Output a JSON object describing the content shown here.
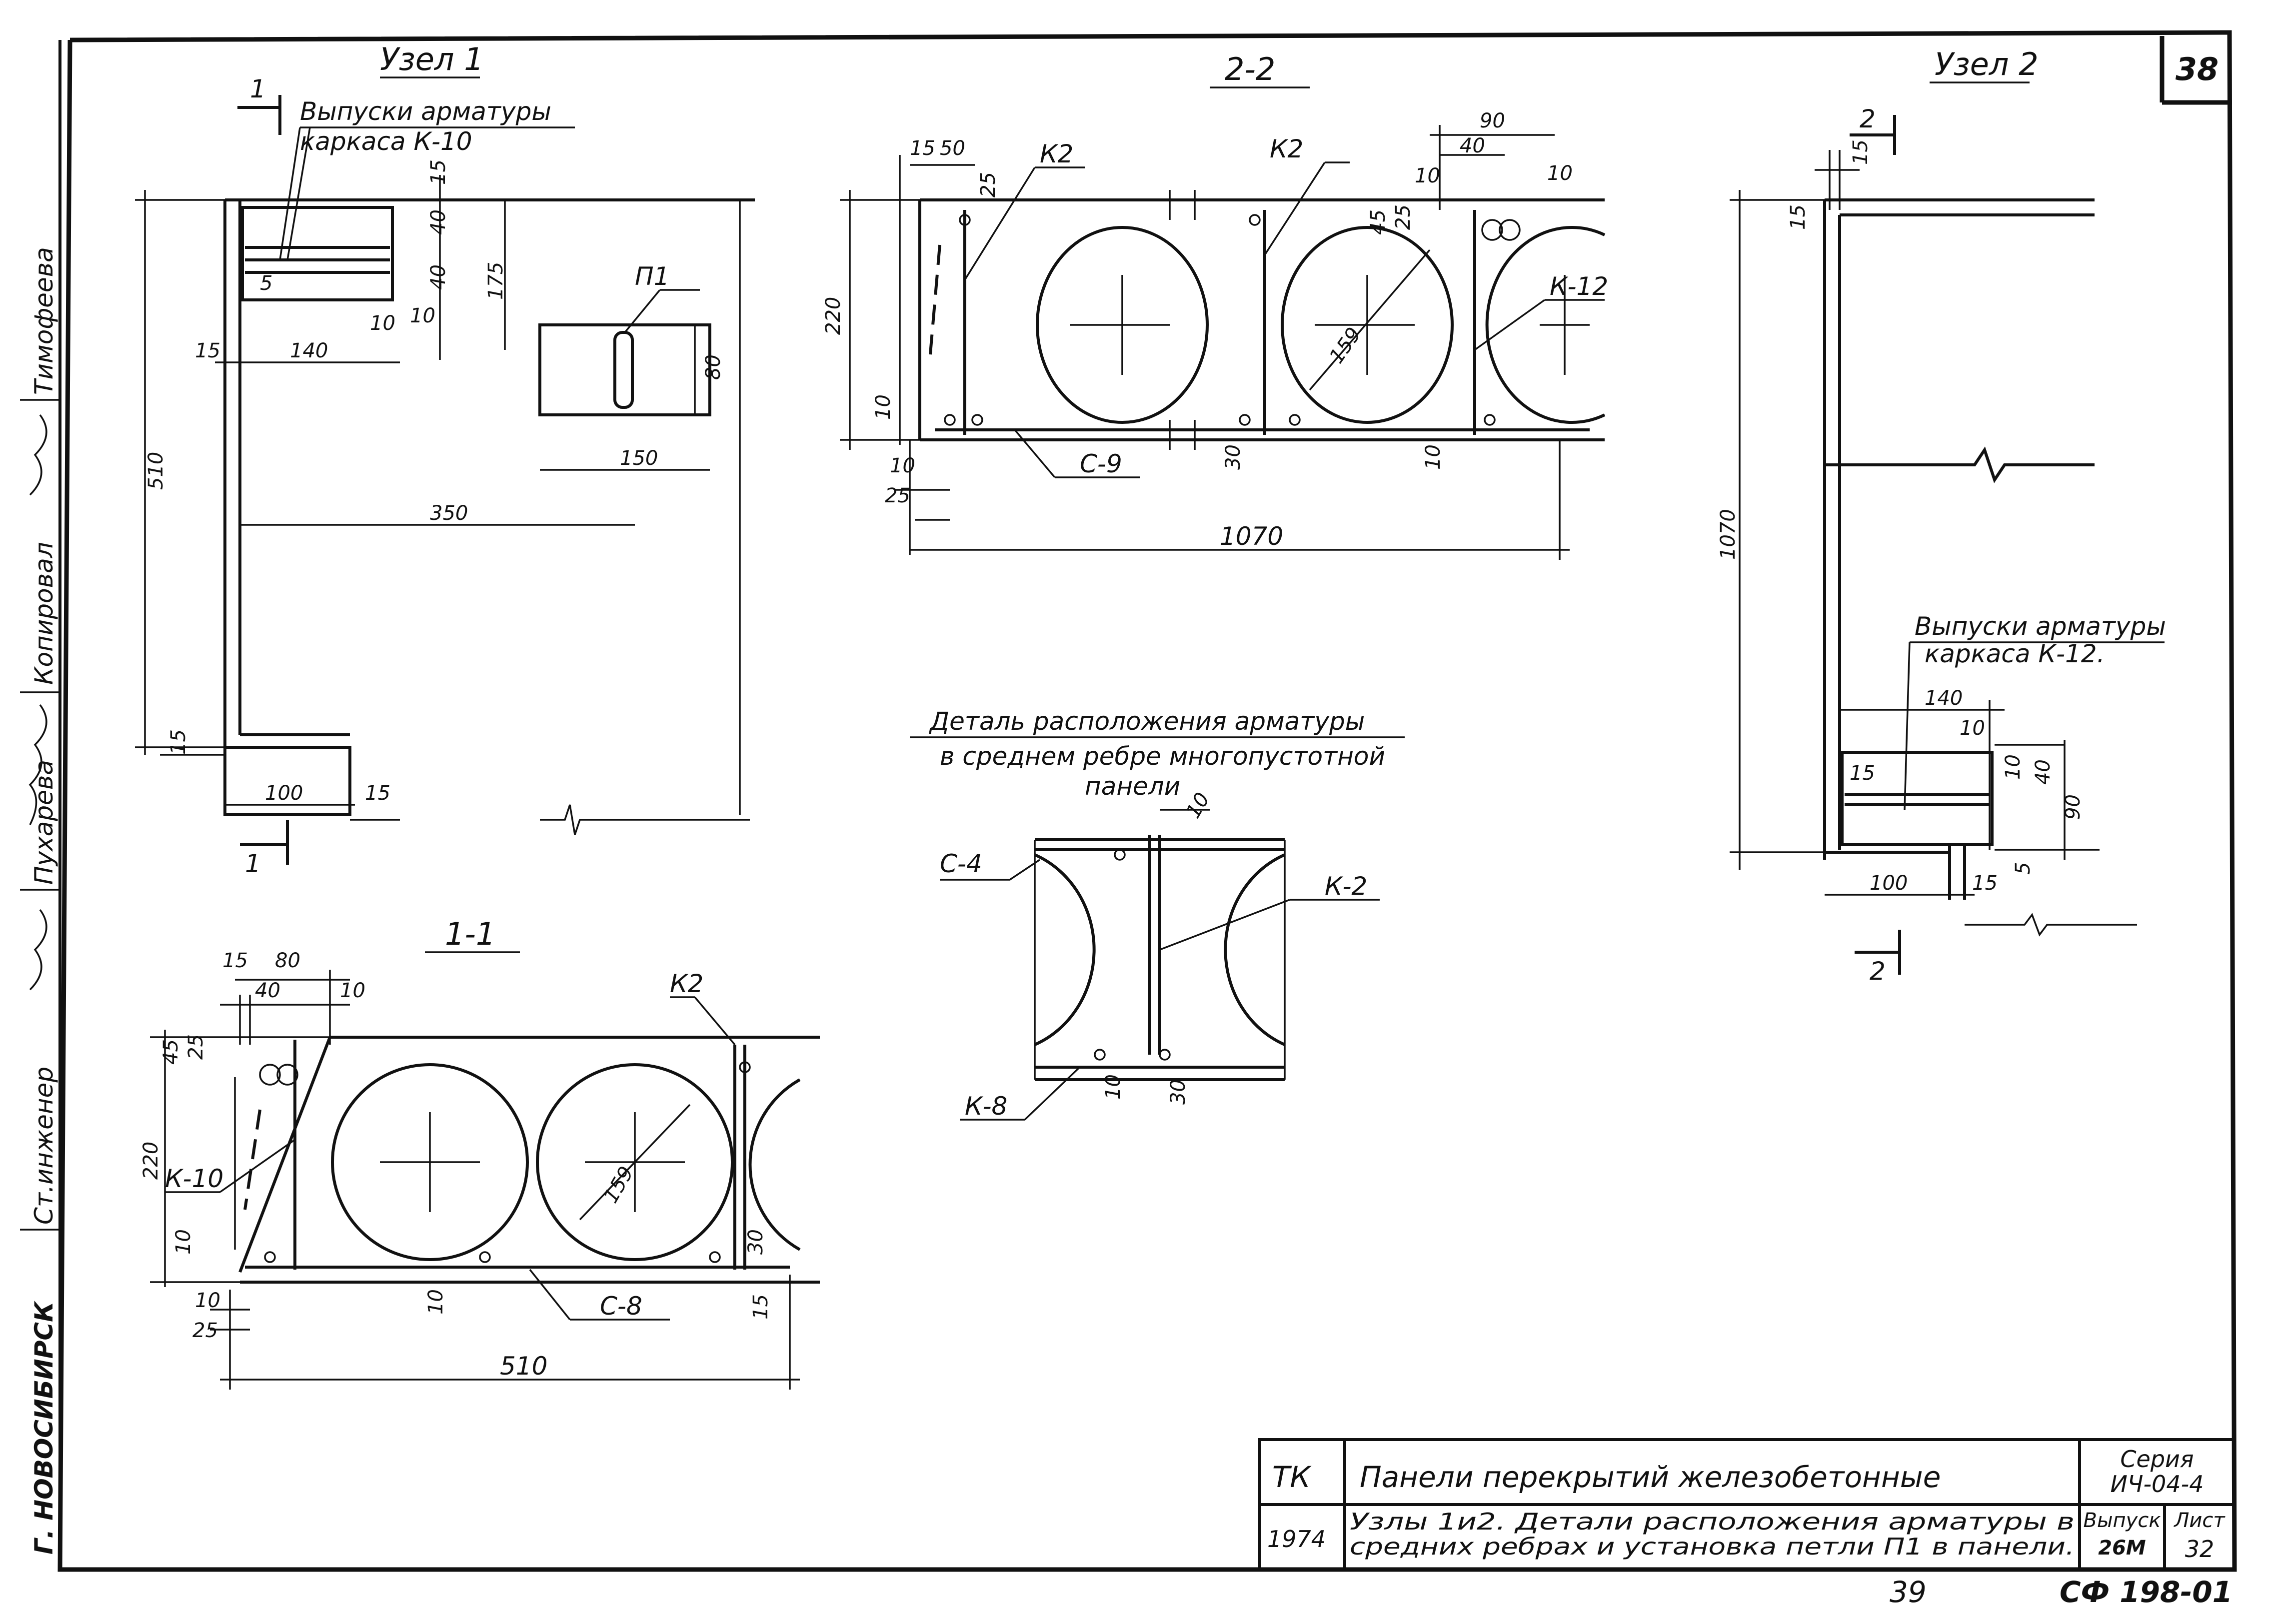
{
  "sheet": {
    "sheet_no": "38",
    "bottom_center": "39",
    "bottom_right": "СФ 198-01"
  },
  "sidebar": [
    "Тимофеева",
    "Копировал",
    "Пухарева",
    "Ст.инженер",
    "Г. НОВОСИБИРСК"
  ],
  "node1": {
    "title": "Узел 1",
    "cut": "1",
    "release1": "Выпуски арматуры",
    "release2": "каркаса К-10",
    "loop": "П1",
    "dims": {
      "d15a": "15",
      "d40a": "40",
      "d40b": "40",
      "d10a": "10",
      "d10b": "10",
      "d5": "5",
      "d175": "175",
      "d15b": "15",
      "d140": "140",
      "d80": "80",
      "d150": "150",
      "d510": "510",
      "d350": "350",
      "d15c": "15",
      "d100": "100",
      "d15d": "15"
    }
  },
  "sec11": {
    "title": "1-1",
    "labels": {
      "k2": "К2",
      "k10": "К-10",
      "c8": "С-8"
    },
    "dims": {
      "d15": "15",
      "d80": "80",
      "d40": "40",
      "d10": "10",
      "d45": "45",
      "d25": "25",
      "d220": "220",
      "d10b": "10",
      "d159": "159",
      "d30": "30",
      "d10c": "10",
      "d15b": "15",
      "d10d": "10",
      "d25b": "25",
      "d510": "510"
    }
  },
  "sec22": {
    "title": "2-2",
    "labels": {
      "k2a": "К2",
      "k2b": "К2",
      "k12": "К-12",
      "c9": "С-9"
    },
    "dims": {
      "d15": "15",
      "d50": "50",
      "d25": "25",
      "d90": "90",
      "d40": "40",
      "d10": "10",
      "d10b": "10",
      "d45": "45",
      "d25b": "25",
      "d220": "220",
      "d159": "159",
      "d10c": "10",
      "d10d": "10",
      "d25c": "25",
      "d30": "30",
      "d10e": "10",
      "d1070": "1070"
    }
  },
  "node2": {
    "title": "Узел 2",
    "cut": "2",
    "release1": "Выпуски арматуры",
    "release2": "каркаса К-12.",
    "dims": {
      "d15a": "15",
      "d15b": "15",
      "d1070": "1070",
      "d140": "140",
      "d10": "10",
      "d10b": "10",
      "d40": "40",
      "d90": "90",
      "d15c": "15",
      "d5": "5",
      "d100": "100",
      "d15d": "15"
    }
  },
  "detail": {
    "title1": "Деталь расположения арматуры",
    "title2": "в среднем ребре многопустотной",
    "title3": "панели",
    "labels": {
      "c4": "С-4",
      "k2": "К-2",
      "k8": "К-8"
    },
    "dims": {
      "d10": "10",
      "d10b": "10",
      "d30": "30"
    }
  },
  "titleblock": {
    "org": "ТК",
    "year": "1974",
    "name": "Панели перекрытий железобетонные",
    "desc1": "Узлы 1и2. Детали расположения арматуры в",
    "desc2": "средних ребрах и установка петли П1 в панели.",
    "series_label": "Серия",
    "series": "ИЧ-04-4",
    "issue_label": "Выпуск",
    "issue": "26М",
    "sheet_label": "Лист",
    "sheet": "32"
  }
}
